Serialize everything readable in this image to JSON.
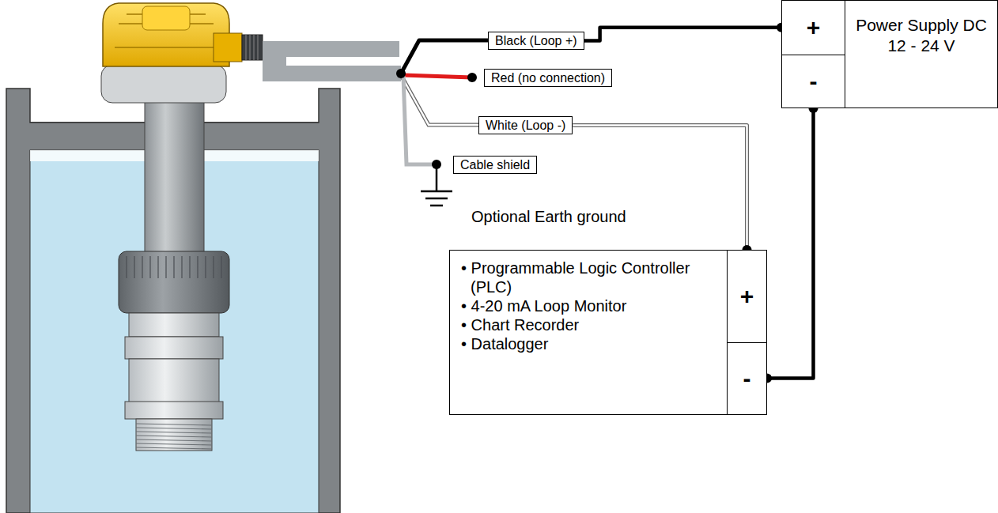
{
  "diagram": {
    "nodes": [
      {
        "text": [
          "Black (Loop +)"
        ]
      },
      {
        "text": [
          "Red (no connection)"
        ]
      },
      {
        "text": [
          "White (Loop -)"
        ]
      },
      {
        "text": [
          "Cable shield"
        ]
      },
      {
        "text": [
          "+",
          "-",
          "Power Supply DC 12 - 24 V"
        ]
      },
      {
        "text": [
          "• Programmable Logic Controller (PLC)",
          "• 4-20 mA Loop Monitor",
          "• Chart Recorder",
          "• Datalogger",
          "+",
          "-"
        ]
      }
    ],
    "edges": [
      {
        "from": 0,
        "to": 4,
        "arrow": "none"
      },
      {
        "from": 2,
        "to": 5,
        "arrow": "none"
      },
      {
        "from": 5,
        "to": 4,
        "arrow": "none"
      }
    ],
    "labels": [
      "Optional Earth ground"
    ]
  }
}
